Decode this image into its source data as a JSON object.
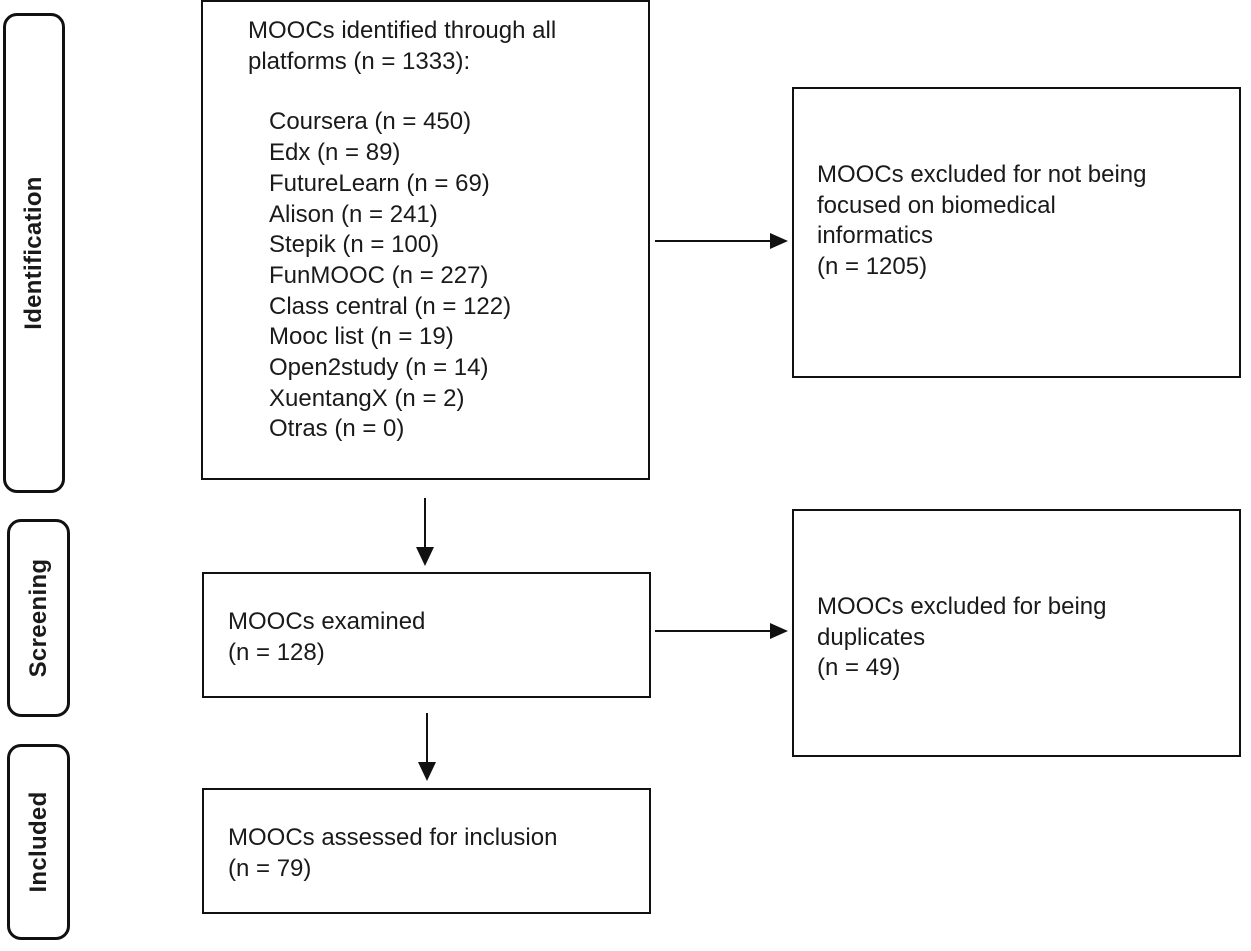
{
  "phases": {
    "identification": "Identification",
    "screening": "Screening",
    "included": "Included"
  },
  "identified": {
    "heading_line1": "MOOCs identified through all",
    "heading_line2": "platforms (n = 1333):",
    "platforms": [
      "Coursera (n = 450)",
      "Edx (n = 89)",
      "FutureLearn (n = 69)",
      "Alison (n = 241)",
      "Stepik (n = 100)",
      "FunMOOC (n = 227)",
      "Class central (n = 122)",
      "Mooc list (n = 19)",
      "Open2study (n = 14)",
      "XuentangX (n = 2)",
      "Otras (n = 0)"
    ]
  },
  "excluded_not_focused": {
    "line1": "MOOCs excluded for not being",
    "line2": "focused on biomedical",
    "line3": "informatics",
    "count": "(n = 1205)"
  },
  "examined": {
    "line1": "MOOCs examined",
    "count": "(n = 128)"
  },
  "excluded_duplicates": {
    "line1": "MOOCs excluded for being",
    "line2": "duplicates",
    "count": "(n = 49)"
  },
  "assessed": {
    "line1": "MOOCs assessed for inclusion",
    "count": "(n = 79)"
  }
}
